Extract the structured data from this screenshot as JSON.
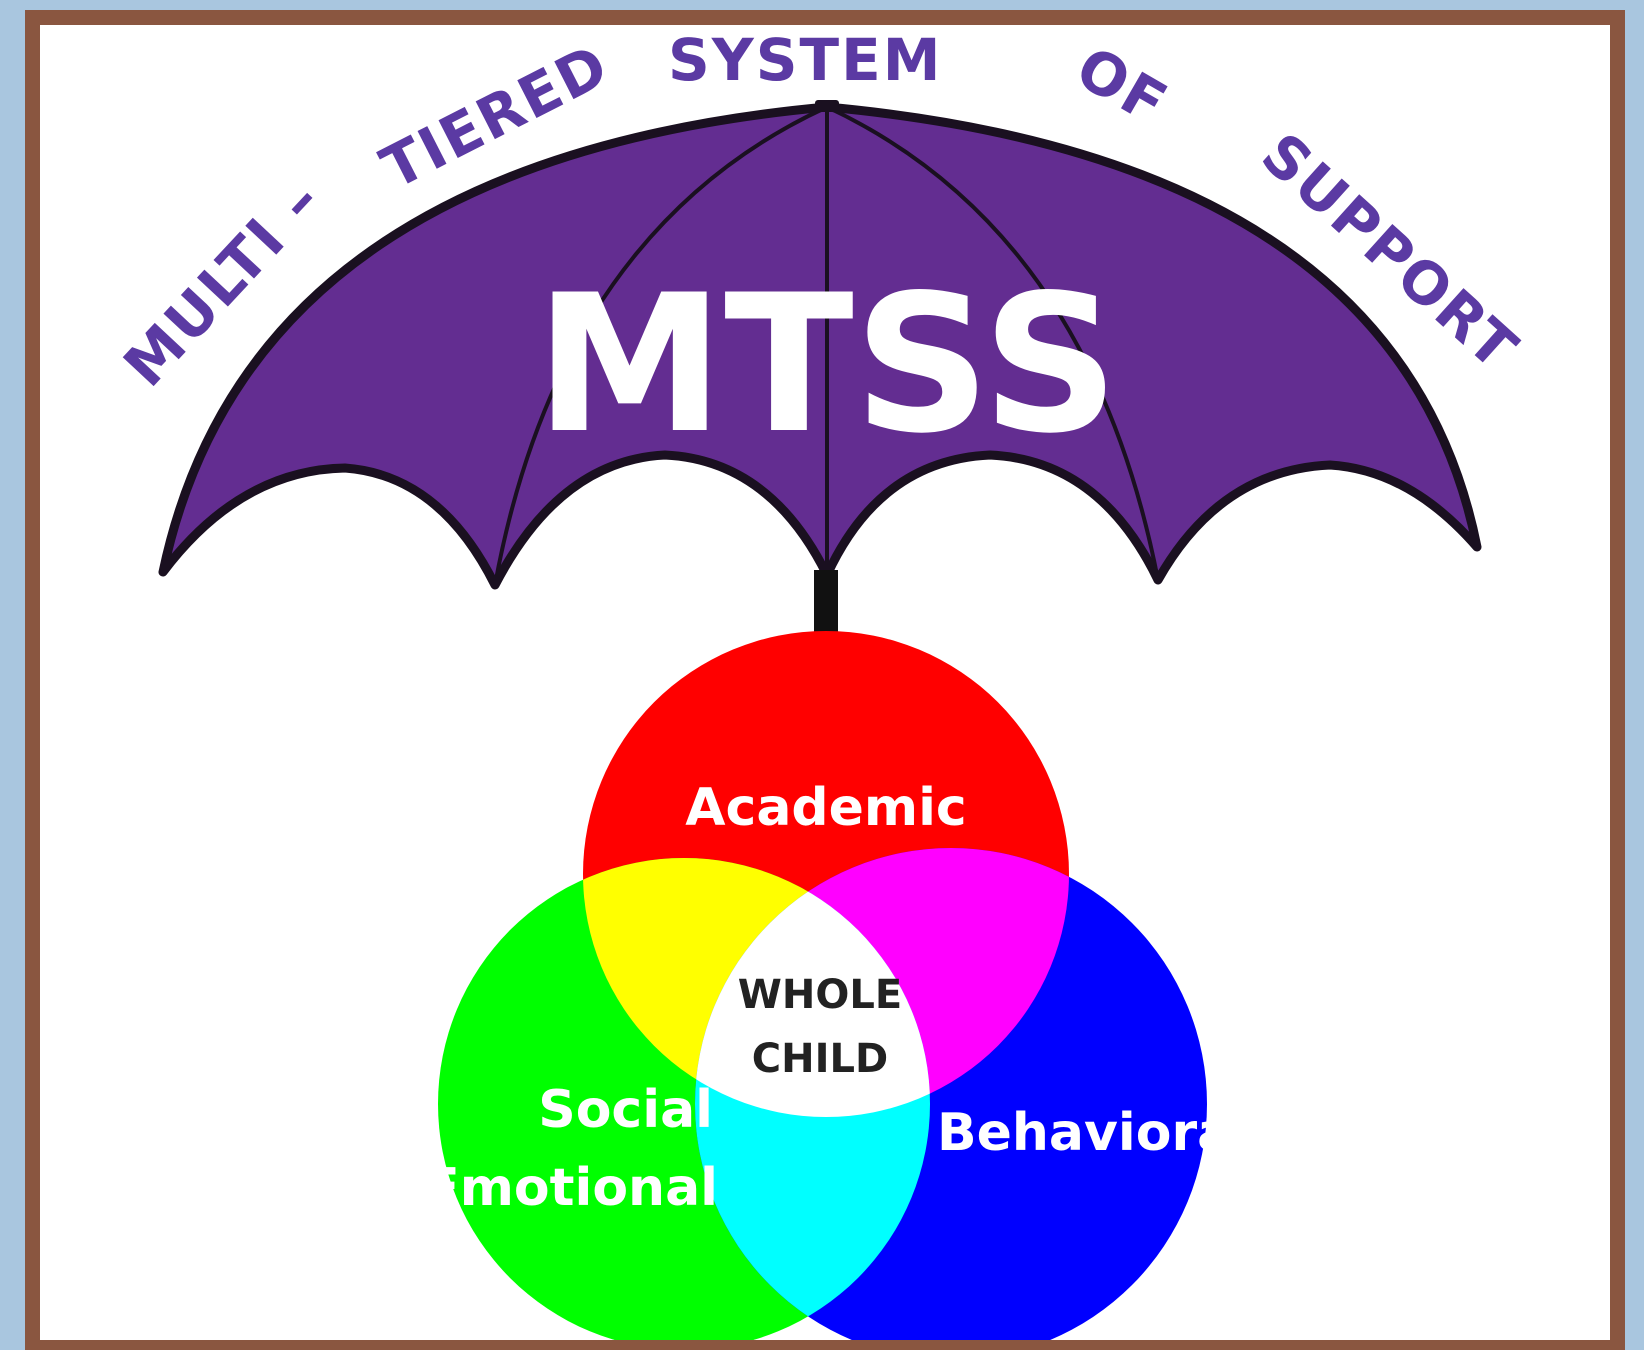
{
  "diagram": {
    "arc_words": {
      "multi": "MULTI –",
      "tiered": "TIERED",
      "system": "SYSTEM",
      "of": "OF",
      "support": "SUPPORT"
    },
    "title": "MTSS",
    "venn": {
      "academic": "Academic",
      "social_line1": "Social",
      "social_line2": "Emotional",
      "behavioral": "Behavioral",
      "center_line1": "WHOLE",
      "center_line2": "CHILD"
    }
  },
  "colors": {
    "background": "#a9c6df",
    "frame": "#8a5640",
    "panel": "#ffffff",
    "umbrella": "#632d91",
    "arc_text": "#5b3aa3",
    "red": "#ff0000",
    "green": "#00ff00",
    "blue": "#0000ff",
    "yellow": "#ffff00",
    "magenta": "#ff00ff",
    "cyan": "#00ffff"
  }
}
